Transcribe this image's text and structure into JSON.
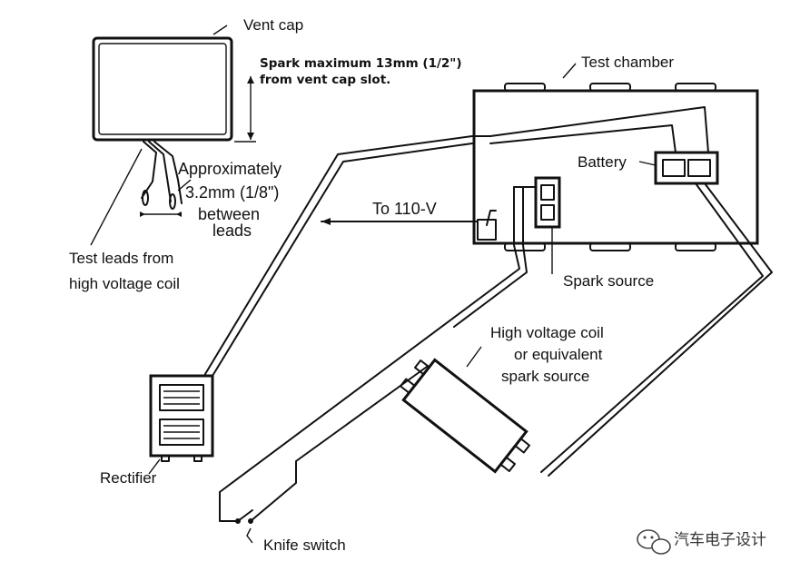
{
  "labels": {
    "vent_cap": "Vent cap",
    "spark_max_line1": "Spark maximum 13mm (1/2\")",
    "spark_max_line2": "from vent cap slot.",
    "test_chamber": "Test chamber",
    "approx_line1": "Approximately",
    "approx_line2": "3.2mm (1/8\")",
    "approx_line3": "between",
    "approx_line4": "leads",
    "to_110v": "To 110-V",
    "battery": "Battery",
    "test_leads_line1": "Test leads from",
    "test_leads_line2": "high voltage coil",
    "spark_source": "Spark source",
    "hv_coil_line1": "High voltage coil",
    "hv_coil_line2": "or equivalent",
    "hv_coil_line3": "spark source",
    "rectifier": "Rectifier",
    "knife_switch": "Knife switch"
  },
  "watermark": {
    "text": "汽车电子设计",
    "icon": "wechat-icon"
  }
}
